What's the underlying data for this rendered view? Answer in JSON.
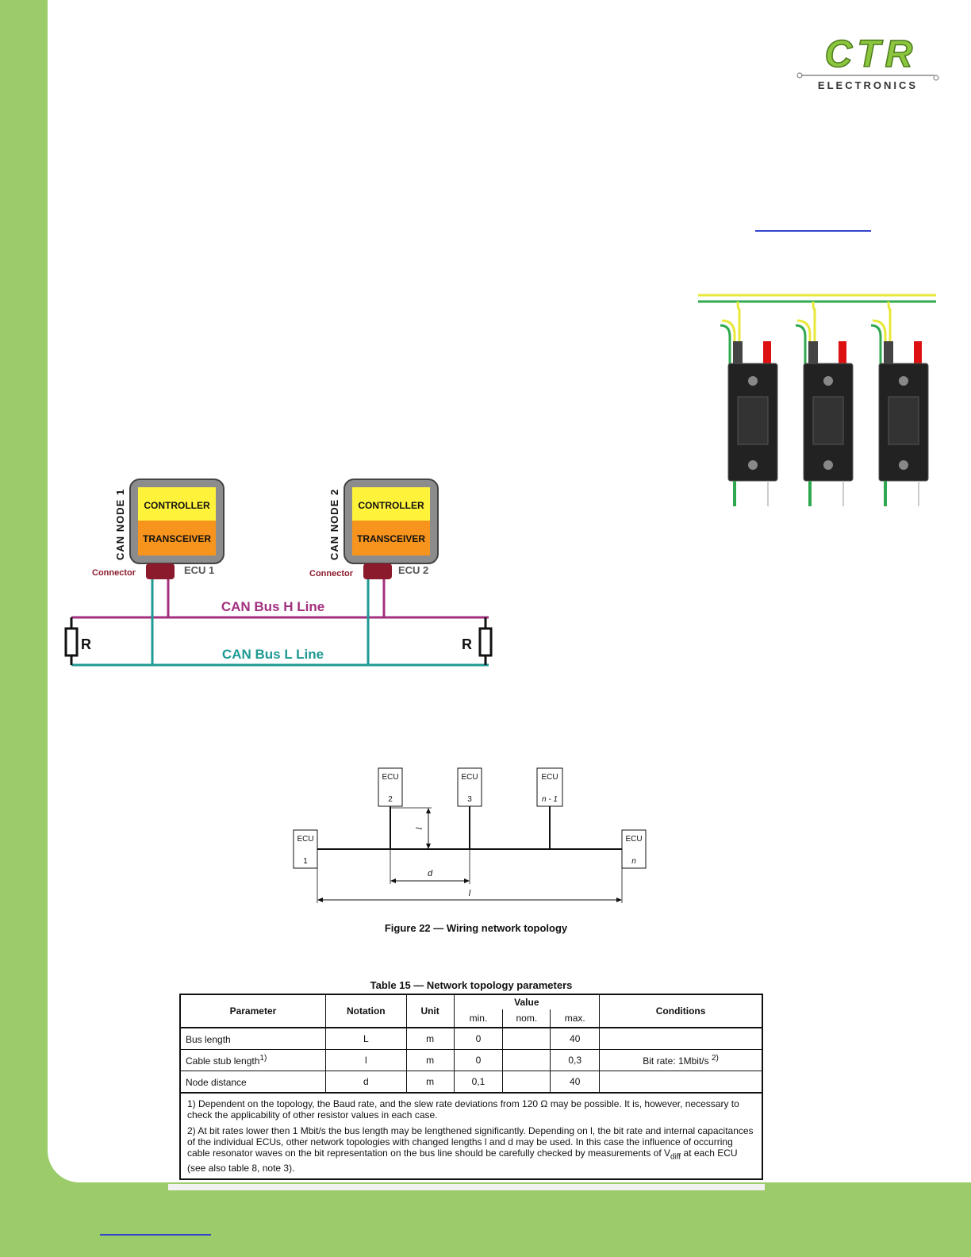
{
  "logo": {
    "brand": "CTR",
    "sub": "ELECTRONICS"
  },
  "can_diagram": {
    "node1": {
      "side_label": "CAN NODE 1",
      "controller": "CONTROLLER",
      "transceiver": "TRANSCEIVER",
      "connector": "Connector",
      "ecu": "ECU 1"
    },
    "node2": {
      "side_label": "CAN NODE 2",
      "controller": "CONTROLLER",
      "transceiver": "TRANSCEIVER",
      "connector": "Connector",
      "ecu": "ECU 2"
    },
    "h_line": "CAN Bus H Line",
    "l_line": "CAN Bus L Line",
    "resistor": "R",
    "colors": {
      "h_line": "#a3307f",
      "l_line": "#1f9a95",
      "controller": "#fff23a",
      "transceiver": "#f7941d",
      "connector": "#8b1a2c"
    }
  },
  "topology": {
    "ecu_label": "ECU",
    "nodes": [
      "1",
      "2",
      "3",
      "n - 1",
      "n"
    ],
    "dim_stub": "l",
    "dim_node": "d",
    "dim_bus": "l",
    "caption": "Figure 22 — Wiring network topology"
  },
  "table": {
    "caption": "Table 15 — Network topology parameters",
    "headers": {
      "parameter": "Parameter",
      "notation": "Notation",
      "unit": "Unit",
      "value": "Value",
      "min": "min.",
      "nom": "nom.",
      "max": "max.",
      "conditions": "Conditions"
    },
    "rows": [
      {
        "parameter": "Bus length",
        "sup": "",
        "notation": "L",
        "unit": "m",
        "min": "0",
        "nom": "",
        "max": "40",
        "conditions": "",
        "cond_sup": ""
      },
      {
        "parameter": "Cable stub length",
        "sup": "1)",
        "notation": "l",
        "unit": "m",
        "min": "0",
        "nom": "",
        "max": "0,3",
        "conditions": "Bit rate: 1Mbit/s",
        "cond_sup": "2)"
      },
      {
        "parameter": "Node distance",
        "sup": "",
        "notation": "d",
        "unit": "m",
        "min": "0,1",
        "nom": "",
        "max": "40",
        "conditions": "",
        "cond_sup": ""
      }
    ],
    "note1": "1) Dependent on the topology, the Baud rate, and the slew rate deviations from 120 Ω may be possible. It is, however, necessary to check the applicability of other resistor values in each case.",
    "note2_a": "2) At bit rates lower then 1 Mbit/s the bus length may be lengthened significantly. Depending on l, the bit rate and internal capacitances of the individual ECUs, other network topologies with changed lengths l and d may be used. In this case the influence of occurring cable resonator waves on the bit representation on the bus line should be carefully checked by measurements of V",
    "note2_sub": "diff",
    "note2_b": " at each ECU (see also table 8, note 3)."
  }
}
